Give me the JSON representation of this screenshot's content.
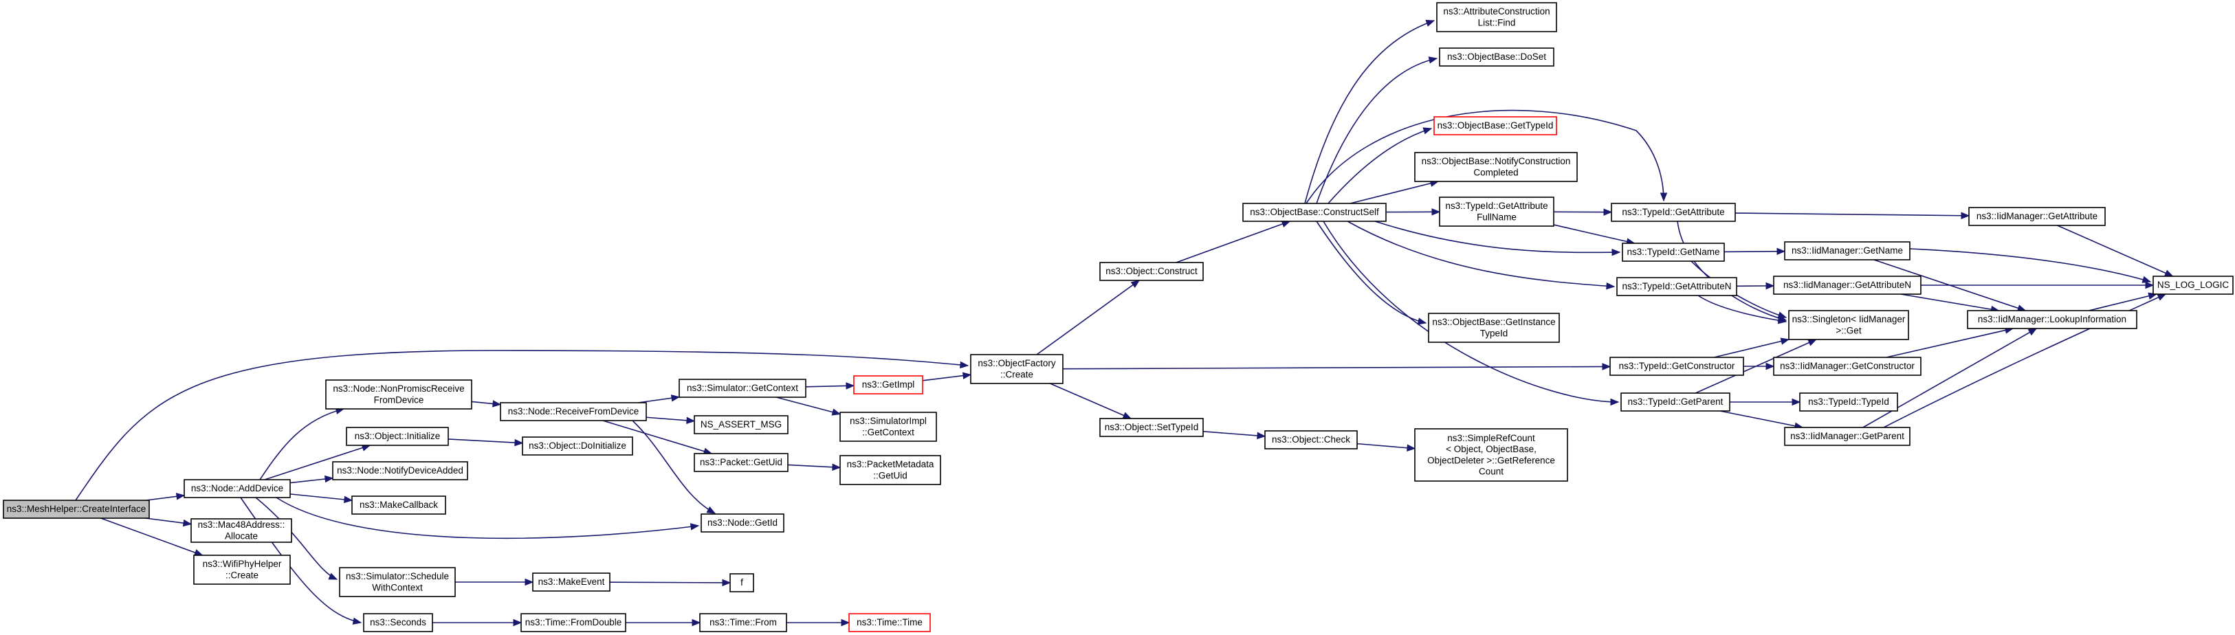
{
  "nodes": [
    {
      "id": "n_create_iface",
      "lines": [
        "ns3::MeshHelper::CreateInterface"
      ],
      "root": true
    },
    {
      "id": "n_add_device",
      "lines": [
        "ns3::Node::AddDevice"
      ]
    },
    {
      "id": "n_mac48_alloc",
      "lines": [
        "ns3::Mac48Address::",
        "Allocate"
      ]
    },
    {
      "id": "n_wifiphy_create",
      "lines": [
        "ns3::WifiPhyHelper",
        "::Create"
      ]
    },
    {
      "id": "n_nonpromisc",
      "lines": [
        "ns3::Node::NonPromiscReceive",
        "FromDevice"
      ]
    },
    {
      "id": "n_obj_initialize",
      "lines": [
        "ns3::Object::Initialize"
      ]
    },
    {
      "id": "n_notify_dev_added",
      "lines": [
        "ns3::Node::NotifyDeviceAdded"
      ]
    },
    {
      "id": "n_make_callback",
      "lines": [
        "ns3::MakeCallback"
      ]
    },
    {
      "id": "n_sched_ctx",
      "lines": [
        "ns3::Simulator::Schedule",
        "WithContext"
      ]
    },
    {
      "id": "n_seconds",
      "lines": [
        "ns3::Seconds"
      ]
    },
    {
      "id": "n_recv_from_dev",
      "lines": [
        "ns3::Node::ReceiveFromDevice"
      ]
    },
    {
      "id": "n_obj_doinit",
      "lines": [
        "ns3::Object::DoInitialize"
      ]
    },
    {
      "id": "n_make_event",
      "lines": [
        "ns3::MakeEvent"
      ]
    },
    {
      "id": "n_time_fromdouble",
      "lines": [
        "ns3::Time::FromDouble"
      ]
    },
    {
      "id": "n_sim_getctx",
      "lines": [
        "ns3::Simulator::GetContext"
      ]
    },
    {
      "id": "n_ns_assert",
      "lines": [
        "NS_ASSERT_MSG"
      ]
    },
    {
      "id": "n_pkt_getuid",
      "lines": [
        "ns3::Packet::GetUid"
      ]
    },
    {
      "id": "n_node_getid",
      "lines": [
        "ns3::Node::GetId"
      ]
    },
    {
      "id": "n_f",
      "lines": [
        "f"
      ]
    },
    {
      "id": "n_time_from",
      "lines": [
        "ns3::Time::From"
      ]
    },
    {
      "id": "n_getimpl",
      "lines": [
        "ns3::GetImpl"
      ],
      "truncated": true
    },
    {
      "id": "n_simimpl_getctx",
      "lines": [
        "ns3::SimulatorImpl",
        "::GetContext"
      ]
    },
    {
      "id": "n_pktmeta_getuid",
      "lines": [
        "ns3::PacketMetadata",
        "::GetUid"
      ]
    },
    {
      "id": "n_time_time",
      "lines": [
        "ns3::Time::Time"
      ],
      "truncated": true
    },
    {
      "id": "n_objfactory_create",
      "lines": [
        "ns3::ObjectFactory",
        "::Create"
      ]
    },
    {
      "id": "n_obj_construct",
      "lines": [
        "ns3::Object::Construct"
      ]
    },
    {
      "id": "n_obj_settypeid",
      "lines": [
        "ns3::Object::SetTypeId"
      ]
    },
    {
      "id": "n_objbase_constructself",
      "lines": [
        "ns3::ObjectBase::ConstructSelf"
      ]
    },
    {
      "id": "n_obj_check",
      "lines": [
        "ns3::Object::Check"
      ]
    },
    {
      "id": "n_attr_find",
      "lines": [
        "ns3::AttributeConstruction",
        "List::Find"
      ]
    },
    {
      "id": "n_objbase_doset",
      "lines": [
        "ns3::ObjectBase::DoSet"
      ]
    },
    {
      "id": "n_objbase_gettypeid",
      "lines": [
        "ns3::ObjectBase::GetTypeId"
      ],
      "truncated": true
    },
    {
      "id": "n_objbase_notify",
      "lines": [
        "ns3::ObjectBase::NotifyConstruction",
        "Completed"
      ]
    },
    {
      "id": "n_typeid_getattrfullname",
      "lines": [
        "ns3::TypeId::GetAttribute",
        "FullName"
      ]
    },
    {
      "id": "n_objbase_getinstance",
      "lines": [
        "ns3::ObjectBase::GetInstance",
        "TypeId"
      ]
    },
    {
      "id": "n_simplerefcount",
      "lines": [
        "ns3::SimpleRefCount",
        "< Object, ObjectBase,",
        "ObjectDeleter >::GetReference",
        "Count"
      ]
    },
    {
      "id": "n_typeid_getattr",
      "lines": [
        "ns3::TypeId::GetAttribute"
      ]
    },
    {
      "id": "n_typeid_getname",
      "lines": [
        "ns3::TypeId::GetName"
      ]
    },
    {
      "id": "n_typeid_getattrn",
      "lines": [
        "ns3::TypeId::GetAttributeN"
      ]
    },
    {
      "id": "n_typeid_getconstructor",
      "lines": [
        "ns3::TypeId::GetConstructor"
      ]
    },
    {
      "id": "n_typeid_getparent",
      "lines": [
        "ns3::TypeId::GetParent"
      ]
    },
    {
      "id": "n_iid_getattr",
      "lines": [
        "ns3::IidManager::GetAttribute"
      ]
    },
    {
      "id": "n_iid_getname",
      "lines": [
        "ns3::IidManager::GetName"
      ]
    },
    {
      "id": "n_iid_getattrn",
      "lines": [
        "ns3::IidManager::GetAttributeN"
      ]
    },
    {
      "id": "n_singleton_get",
      "lines": [
        "ns3::Singleton< IidManager",
        ">::Get"
      ]
    },
    {
      "id": "n_iid_getconstructor",
      "lines": [
        "ns3::IidManager::GetConstructor"
      ]
    },
    {
      "id": "n_typeid_typeid",
      "lines": [
        "ns3::TypeId::TypeId"
      ]
    },
    {
      "id": "n_iid_getparent",
      "lines": [
        "ns3::IidManager::GetParent"
      ]
    },
    {
      "id": "n_ns_log_logic",
      "lines": [
        "NS_LOG_LOGIC"
      ]
    },
    {
      "id": "n_iid_lookup",
      "lines": [
        "ns3::IidManager::LookupInformation"
      ]
    }
  ],
  "edges": [
    {
      "from": "n_create_iface",
      "to": "n_add_device"
    },
    {
      "from": "n_create_iface",
      "to": "n_mac48_alloc"
    },
    {
      "from": "n_create_iface",
      "to": "n_wifiphy_create"
    },
    {
      "from": "n_create_iface",
      "to": "n_objfactory_create"
    },
    {
      "from": "n_add_device",
      "to": "n_nonpromisc"
    },
    {
      "from": "n_add_device",
      "to": "n_obj_initialize"
    },
    {
      "from": "n_add_device",
      "to": "n_notify_dev_added"
    },
    {
      "from": "n_add_device",
      "to": "n_make_callback"
    },
    {
      "from": "n_add_device",
      "to": "n_node_getid"
    },
    {
      "from": "n_add_device",
      "to": "n_sched_ctx"
    },
    {
      "from": "n_add_device",
      "to": "n_seconds"
    },
    {
      "from": "n_nonpromisc",
      "to": "n_recv_from_dev"
    },
    {
      "from": "n_obj_initialize",
      "to": "n_obj_doinit"
    },
    {
      "from": "n_recv_from_dev",
      "to": "n_sim_getctx"
    },
    {
      "from": "n_recv_from_dev",
      "to": "n_ns_assert"
    },
    {
      "from": "n_recv_from_dev",
      "to": "n_pkt_getuid"
    },
    {
      "from": "n_recv_from_dev",
      "to": "n_node_getid"
    },
    {
      "from": "n_sim_getctx",
      "to": "n_getimpl"
    },
    {
      "from": "n_sim_getctx",
      "to": "n_simimpl_getctx"
    },
    {
      "from": "n_pkt_getuid",
      "to": "n_pktmeta_getuid"
    },
    {
      "from": "n_sched_ctx",
      "to": "n_make_event"
    },
    {
      "from": "n_make_event",
      "to": "n_f"
    },
    {
      "from": "n_seconds",
      "to": "n_time_fromdouble"
    },
    {
      "from": "n_time_fromdouble",
      "to": "n_time_from"
    },
    {
      "from": "n_time_from",
      "to": "n_time_time"
    },
    {
      "from": "n_getimpl",
      "to": "n_objfactory_create"
    },
    {
      "from": "n_objfactory_create",
      "to": "n_obj_construct"
    },
    {
      "from": "n_objfactory_create",
      "to": "n_obj_settypeid"
    },
    {
      "from": "n_objfactory_create",
      "to": "n_typeid_getconstructor"
    },
    {
      "from": "n_obj_construct",
      "to": "n_objbase_constructself"
    },
    {
      "from": "n_obj_settypeid",
      "to": "n_obj_check"
    },
    {
      "from": "n_obj_check",
      "to": "n_simplerefcount"
    },
    {
      "from": "n_objbase_constructself",
      "to": "n_attr_find"
    },
    {
      "from": "n_objbase_constructself",
      "to": "n_objbase_doset"
    },
    {
      "from": "n_objbase_constructself",
      "to": "n_objbase_gettypeid"
    },
    {
      "from": "n_objbase_constructself",
      "to": "n_objbase_notify"
    },
    {
      "from": "n_objbase_constructself",
      "to": "n_typeid_getattrfullname"
    },
    {
      "from": "n_objbase_constructself",
      "to": "n_objbase_getinstance"
    },
    {
      "from": "n_objbase_constructself",
      "to": "n_typeid_getattr"
    },
    {
      "from": "n_objbase_constructself",
      "to": "n_typeid_getname"
    },
    {
      "from": "n_objbase_constructself",
      "to": "n_typeid_getattrn"
    },
    {
      "from": "n_objbase_constructself",
      "to": "n_typeid_getparent"
    },
    {
      "from": "n_typeid_getattrfullname",
      "to": "n_typeid_getattr"
    },
    {
      "from": "n_typeid_getattrfullname",
      "to": "n_typeid_getname"
    },
    {
      "from": "n_typeid_getattr",
      "to": "n_iid_getattr"
    },
    {
      "from": "n_typeid_getattr",
      "to": "n_singleton_get"
    },
    {
      "from": "n_typeid_getname",
      "to": "n_iid_getname"
    },
    {
      "from": "n_typeid_getname",
      "to": "n_singleton_get"
    },
    {
      "from": "n_typeid_getattrn",
      "to": "n_iid_getattrn"
    },
    {
      "from": "n_typeid_getattrn",
      "to": "n_singleton_get"
    },
    {
      "from": "n_typeid_getconstructor",
      "to": "n_iid_getconstructor"
    },
    {
      "from": "n_typeid_getconstructor",
      "to": "n_singleton_get"
    },
    {
      "from": "n_typeid_getparent",
      "to": "n_typeid_typeid"
    },
    {
      "from": "n_typeid_getparent",
      "to": "n_iid_getparent"
    },
    {
      "from": "n_typeid_getparent",
      "to": "n_singleton_get"
    },
    {
      "from": "n_iid_getattr",
      "to": "n_ns_log_logic"
    },
    {
      "from": "n_iid_getname",
      "to": "n_ns_log_logic"
    },
    {
      "from": "n_iid_getname",
      "to": "n_iid_lookup"
    },
    {
      "from": "n_iid_getattrn",
      "to": "n_ns_log_logic"
    },
    {
      "from": "n_iid_getattrn",
      "to": "n_iid_lookup"
    },
    {
      "from": "n_iid_getconstructor",
      "to": "n_iid_lookup"
    },
    {
      "from": "n_iid_getparent",
      "to": "n_iid_lookup"
    },
    {
      "from": "n_iid_getparent",
      "to": "n_ns_log_logic"
    },
    {
      "from": "n_iid_lookup",
      "to": "n_ns_log_logic"
    }
  ]
}
